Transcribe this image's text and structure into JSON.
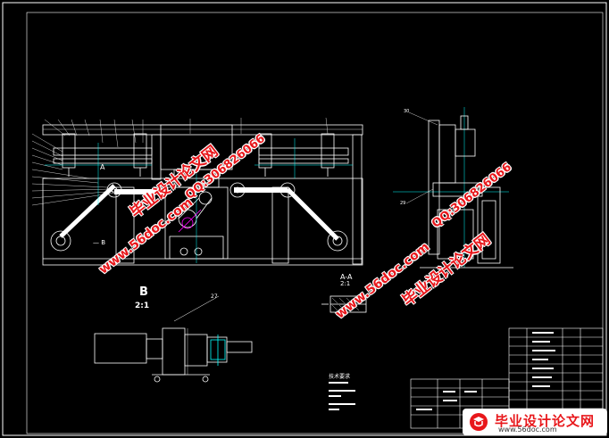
{
  "drawing": {
    "labels": {
      "detail_b": "B",
      "detail_b_scale": "2:1",
      "section_aa": "A-A",
      "section_aa_scale": "2:1",
      "view_a": "A",
      "view_b": "— B",
      "part_27": "27",
      "part_30": "30",
      "part_29": "29",
      "tech_notes_title": "技术要求"
    }
  },
  "watermarks": {
    "site_name_1": "毕业设计论文网",
    "qq_1": "QQ:306826066",
    "url_1": "www.56doc.com",
    "site_name_2": "毕业设计论文网",
    "qq_2": "QQ:306826066",
    "url_2": "www.56doc.com"
  },
  "brand": {
    "name": "毕业设计论文网",
    "url": "www.56doc.com"
  },
  "colors": {
    "background": "#000000",
    "line": "#ffffff",
    "accent": "#00ffff",
    "watermark": "#e8171b",
    "magenta": "#ff00ff"
  }
}
